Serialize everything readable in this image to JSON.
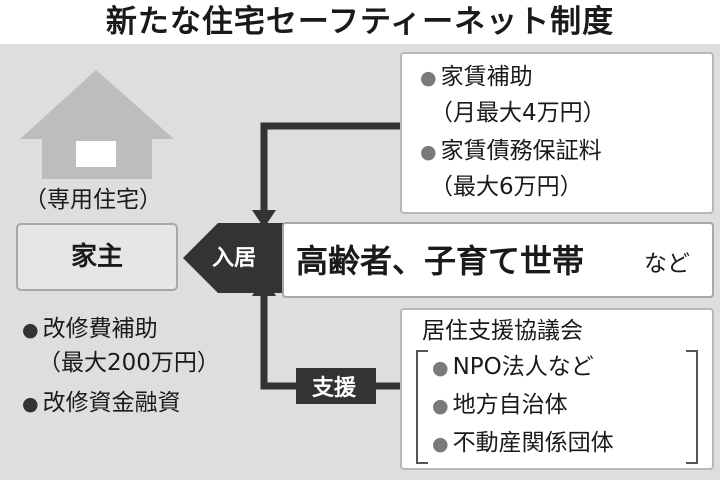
{
  "title": "新たな住宅セーフティーネット制度",
  "house": {
    "label": "（専用住宅）",
    "landlord": "家主"
  },
  "landlord_support": [
    "改修費補助",
    "（最大200万円）",
    "改修資金融資"
  ],
  "rent_support": [
    "家賃補助",
    "（月最大4万円）",
    "家賃債務保証料",
    "（最大6万円）"
  ],
  "move_in_label": "入居",
  "tenants": {
    "main": "高齢者、子育て世帯",
    "suffix": "など"
  },
  "support_label": "支援",
  "council": {
    "title": "居住支援協議会",
    "members": [
      "NPO法人など",
      "地方自治体",
      "不動産関係団体"
    ]
  },
  "colors": {
    "background_panel": "#dedede",
    "arrow": "#333333",
    "house_icon": "#bdbdbd",
    "bullet": "#7a7a7a"
  },
  "icons": [
    "house-icon",
    "bullet-dot-icon"
  ]
}
